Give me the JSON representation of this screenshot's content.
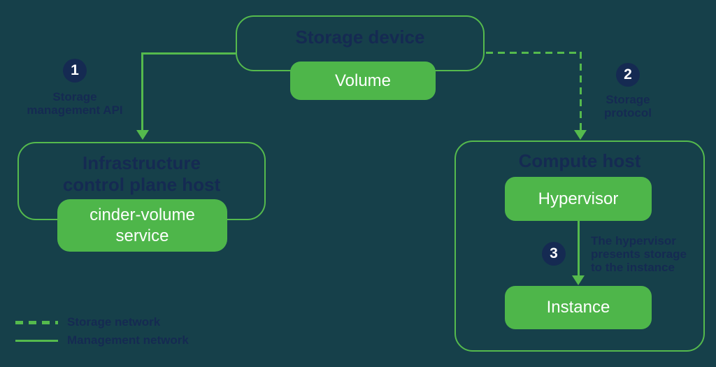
{
  "colors": {
    "bg": "#16404a",
    "green-fill": "#4eb64a",
    "green-line": "#55ba4d",
    "navy": "#152a52",
    "white": "#ffffff"
  },
  "nodes": {
    "storage_device": {
      "title": "Storage device"
    },
    "volume": {
      "label": "Volume"
    },
    "infra": {
      "title": "Infrastructure\ncontrol plane host"
    },
    "cinder": {
      "label": "cinder-volume\nservice"
    },
    "compute": {
      "title": "Compute host"
    },
    "hypervisor": {
      "label": "Hypervisor"
    },
    "instance": {
      "label": "Instance"
    }
  },
  "annotations": {
    "step1": {
      "number": "1",
      "label": "Storage\nmanagement API"
    },
    "step2": {
      "number": "2",
      "label": "Storage\nprotocol"
    },
    "step3": {
      "number": "3",
      "label": "The hypervisor\npresents storage\nto the instance"
    }
  },
  "legend": {
    "storage_network": "Storage network",
    "management_network": "Management network"
  }
}
